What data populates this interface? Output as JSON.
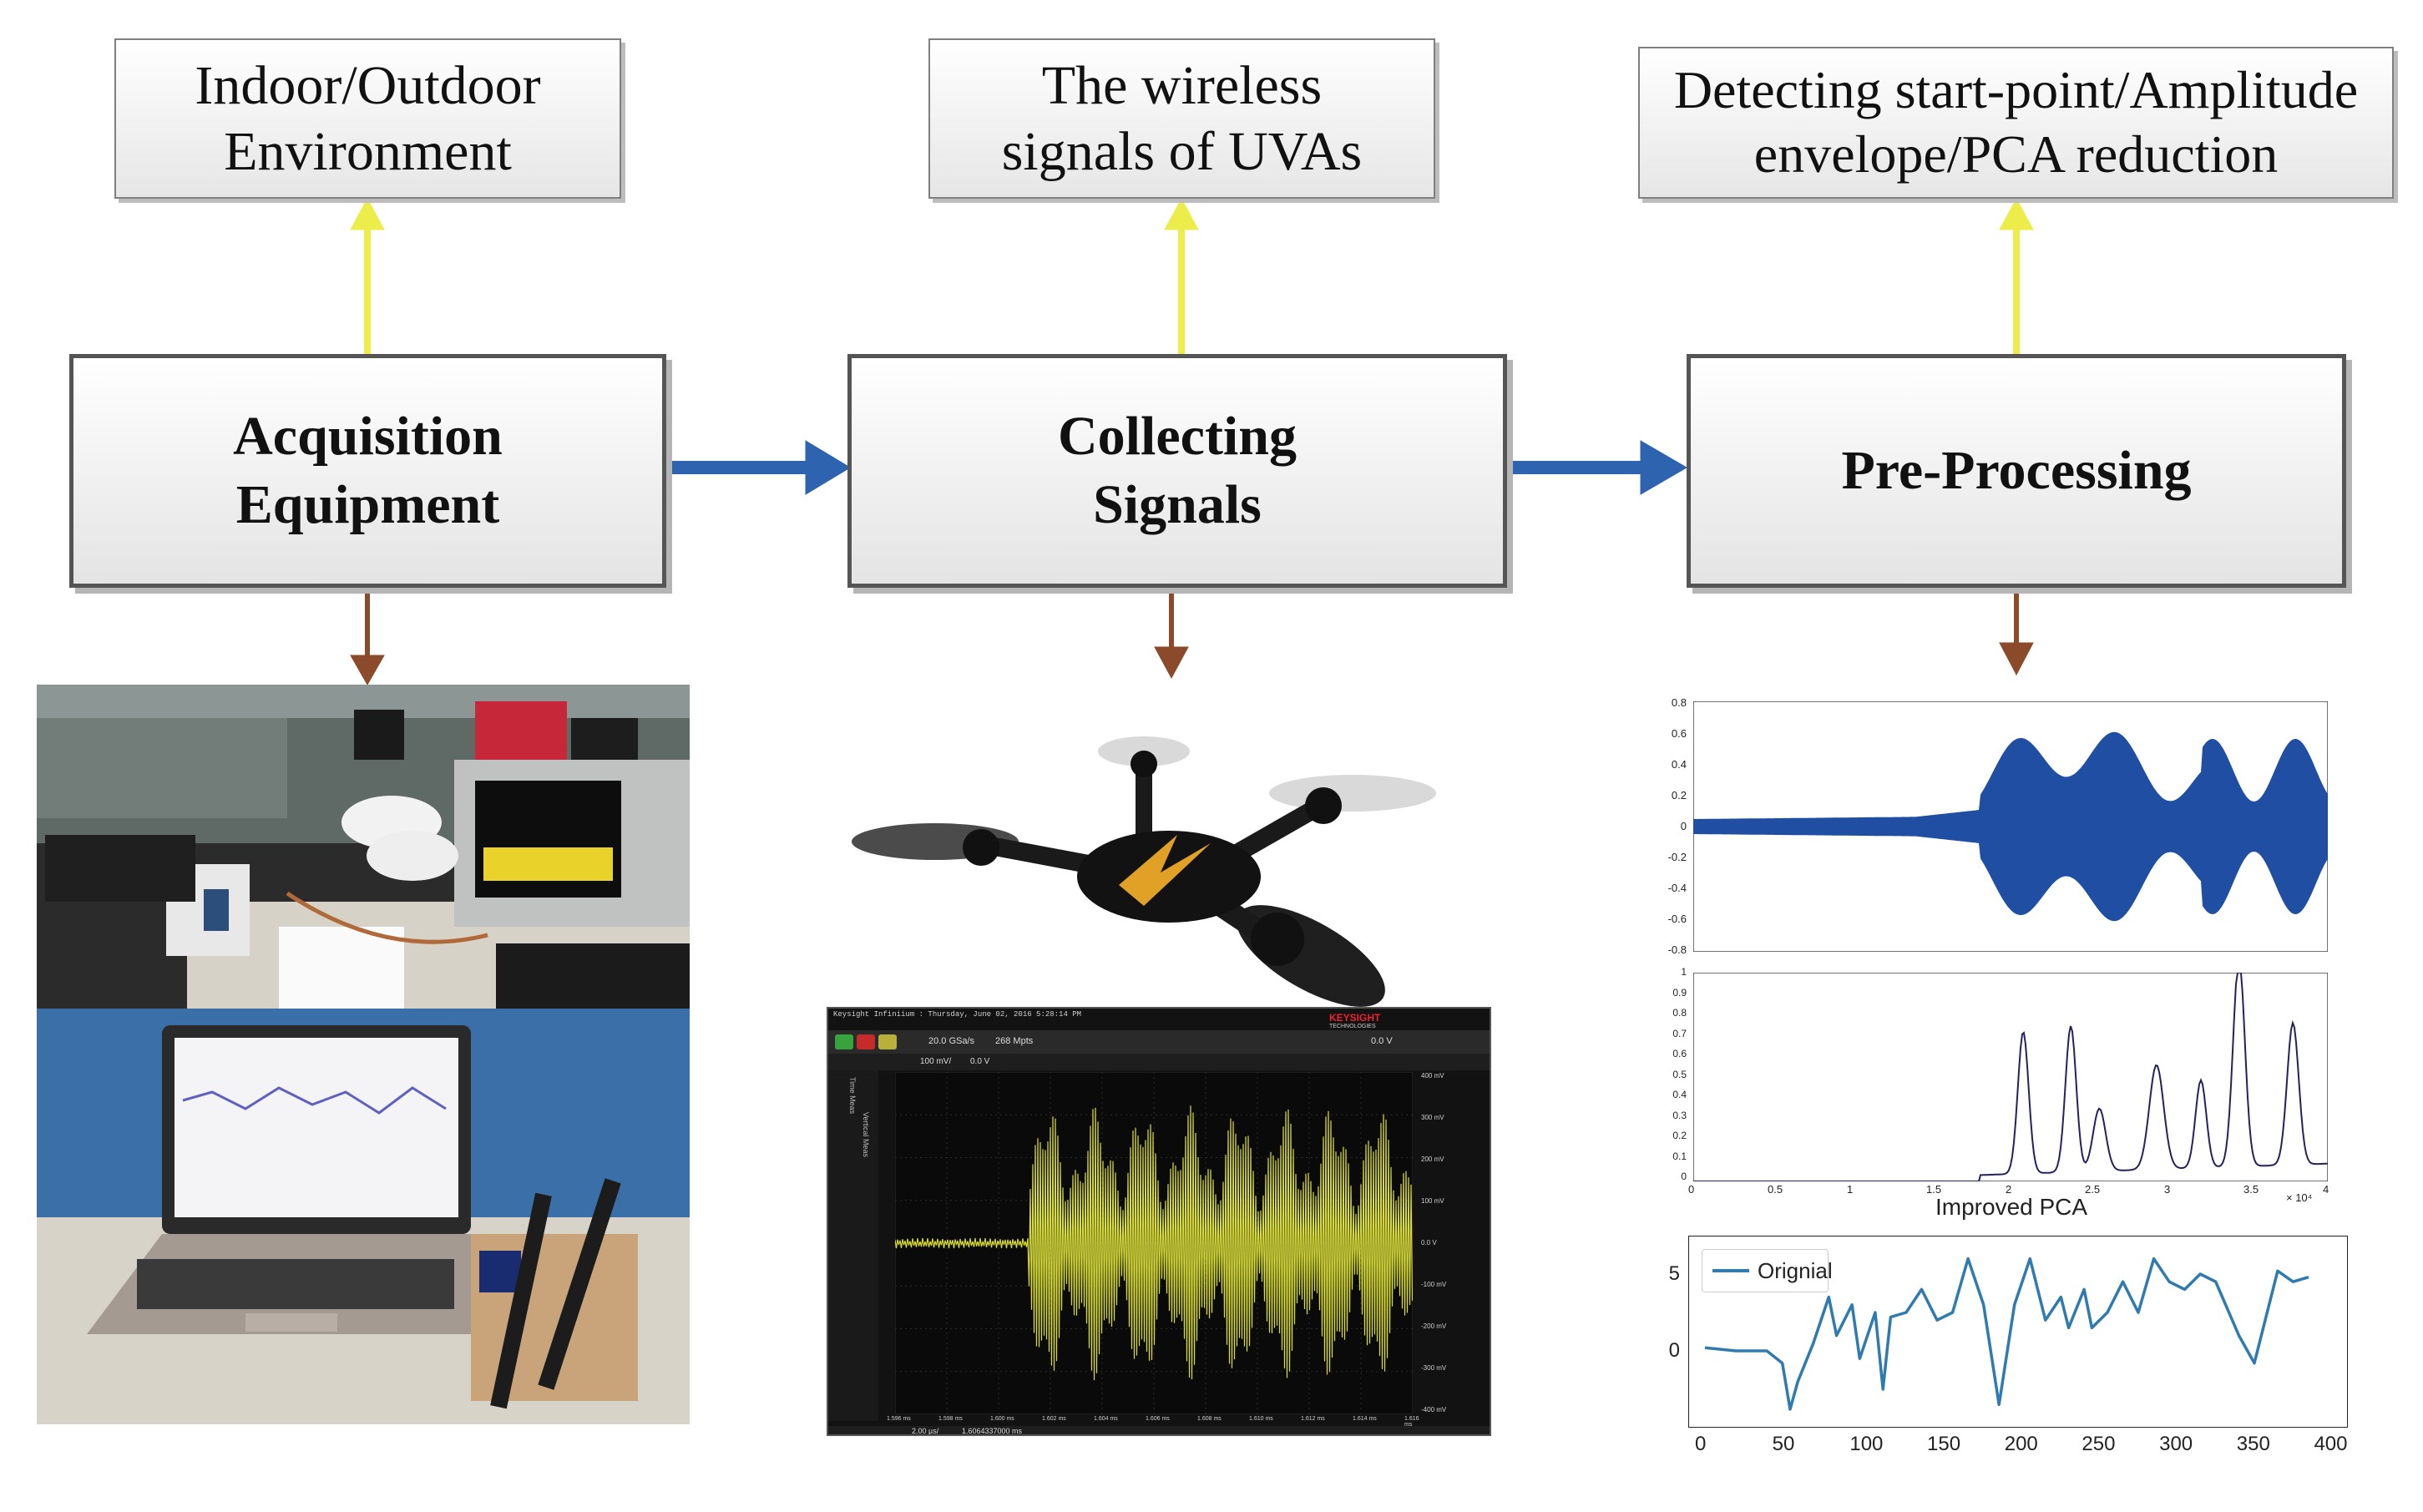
{
  "flow": {
    "steps": [
      {
        "label": "Acquisition\nEquipment"
      },
      {
        "label": "Collecting\nSignals"
      },
      {
        "label": "Pre-Processing"
      }
    ],
    "notes": [
      {
        "label": "Indoor/Outdoor\nEnvironment"
      },
      {
        "label": "The wireless\nsignals of UVAs"
      },
      {
        "label": "Detecting start-point/Amplitude\nenvelope/PCA reduction"
      }
    ]
  },
  "colors": {
    "flow_arrow": "#2e63b0",
    "note_arrow": "#ecec4a",
    "image_arrow": "#8b4a2a",
    "signal_blue": "#1f4ea3",
    "envelope_line": "#23215e",
    "pca_line": "#2f7bb0",
    "scope_trace": "#d9dd3a"
  },
  "oscilloscope": {
    "header": "Keysight Infiniium : Thursday, June 02, 2016 5:28:14 PM",
    "brand": "KEYSIGHT",
    "brand_sub": "TECHNOLOGIES",
    "sample_rate": "20.0 GSa/s",
    "memory": "268 Mpts",
    "volts_div": "100 mV/",
    "offset": "0.0 V",
    "trigger_level": "0.0 V",
    "time_div": "2.00 µs/",
    "position": "1.6064337000 ms",
    "y_ticks": [
      "400 mV",
      "300 mV",
      "200 mV",
      "100 mV",
      "0.0 V",
      "-100 mV",
      "-200 mV",
      "-300 mV",
      "-400 mV"
    ],
    "x_ticks": [
      "1.596 ms",
      "1.598 ms",
      "1.600 ms",
      "1.602 ms",
      "1.604 ms",
      "1.606 ms",
      "1.608 ms",
      "1.610 ms",
      "1.612 ms",
      "1.614 ms",
      "1.616 ms"
    ],
    "side_tabs": [
      "Time Meas",
      "Vertical Meas"
    ]
  },
  "raw_signal_chart": {
    "type": "area",
    "y_ticks": [
      "0.8",
      "0.6",
      "0.4",
      "0.2",
      "0",
      "-0.2",
      "-0.4",
      "-0.6",
      "-0.8"
    ],
    "ylim": [
      -0.8,
      0.8
    ]
  },
  "envelope_chart": {
    "type": "line",
    "y_ticks": [
      "1",
      "0.9",
      "0.8",
      "0.7",
      "0.6",
      "0.5",
      "0.4",
      "0.3",
      "0.2",
      "0.1",
      "0"
    ],
    "x_ticks": [
      "0",
      "0.5",
      "1",
      "1.5",
      "2",
      "2.5",
      "3",
      "3.5",
      "4"
    ],
    "x_exponent": "× 10⁴",
    "xlim": [
      0,
      40000
    ],
    "ylim": [
      0,
      1
    ]
  },
  "pca_chart": {
    "type": "line",
    "title": "Improved PCA",
    "legend": "Orignial",
    "y_ticks": [
      "5",
      "0"
    ],
    "x_ticks": [
      "0",
      "50",
      "100",
      "150",
      "200",
      "250",
      "300",
      "350",
      "400"
    ],
    "xlim": [
      0,
      410
    ],
    "ylim": [
      -5,
      7.5
    ]
  }
}
